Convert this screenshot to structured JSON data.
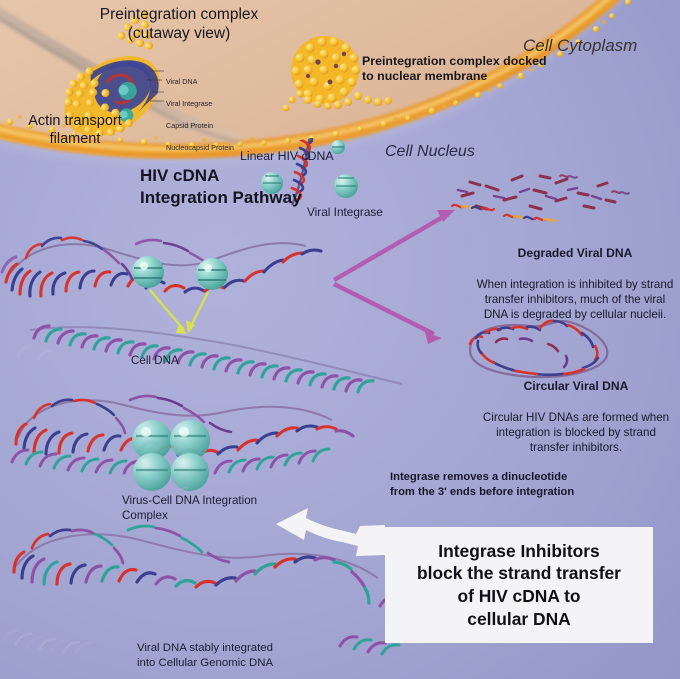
{
  "figure": {
    "title_main": "HIV cDNA\nIntegration Pathway",
    "compartments": {
      "cytoplasm": "Cell Cytoplasm",
      "nucleus": "Cell Nucleus"
    },
    "labels": {
      "preintegration_complex": "Preintegration complex\n(cutaway view)",
      "actin_filament": "Actin transport\nfilament",
      "docked_complex": "Preintegration complex docked\nto nuclear membrane",
      "linear_hiv_cdna": "Linear HIV cDNA",
      "viral_integrase": "Viral Integrase",
      "cell_dna": "Cell DNA",
      "virus_cell_complex": "Virus-Cell DNA Integration\nComplex",
      "stable_integration": "Viral DNA stably integrated\ninto Cellular Genomic DNA",
      "dinucleotide_note": "Integrase removes a dinucleotide\nfrom the 3' ends before integration"
    },
    "cutaway_legend": [
      "Viral DNA",
      "Viral Integrase",
      "Capsid Protein",
      "Nucleocapsid Protein"
    ],
    "outcomes": [
      {
        "heading": "Degraded Viral DNA",
        "body": "When integration is inhibited by strand transfer inhibitors, much of the viral DNA is degraded by cellular nucleii."
      },
      {
        "heading": "Circular Viral DNA",
        "body": "Circular HIV DNAs are formed when integration is blocked by strand transfer inhibitors."
      }
    ],
    "callout": {
      "text": "Integrase Inhibitors\nblock the strand transfer\nof HIV cDNA to\ncellular DNA"
    },
    "colors": {
      "cytoplasm": "#ddb697",
      "nucleus": "#a3a6d2",
      "membrane_gold": "#eda62a",
      "capsid_yellow": "#f5c02a",
      "viral_dna_red": "#d8322c",
      "viral_dna_blue": "#3a3f8f",
      "cell_dna_purple": "#8d52a6",
      "cell_dna_teal": "#2fa39b",
      "integrase_teal": "#7fd0cb",
      "arrow_magenta": "#b45cb0",
      "arrow_yellow": "#d8e24a",
      "callout_bg": "#f4f4f6",
      "text_dark": "#18161c"
    }
  }
}
